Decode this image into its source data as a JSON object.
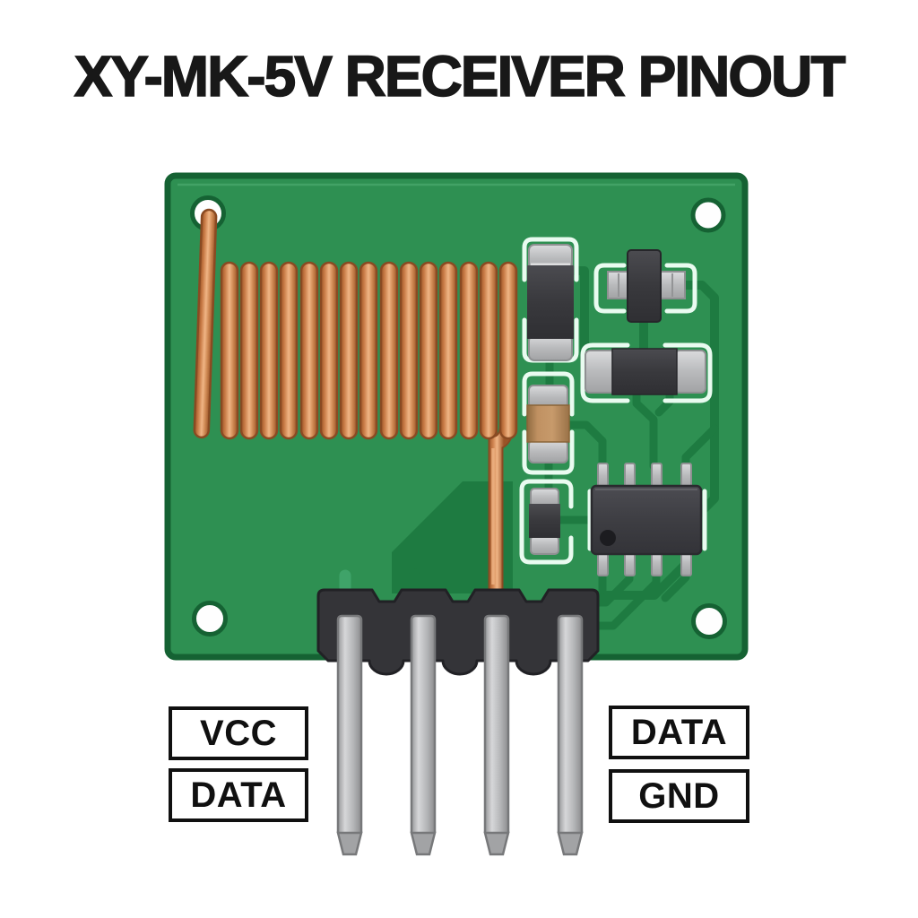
{
  "title": "XY-MK-5V RECEIVER PINOUT",
  "pin_labels": {
    "left": [
      "VCC",
      "DATA"
    ],
    "right": [
      "DATA",
      "GND"
    ]
  },
  "board": {
    "pin_count": 4,
    "coil_turns": 15,
    "components": [
      "coil-antenna",
      "smd-resistor",
      "smd-transistor",
      "smd-diode",
      "smd-capacitor",
      "smd-component-small",
      "ic-chip-8pin",
      "pin-header",
      "mounting-holes"
    ]
  },
  "colors": {
    "background": "#ffffff",
    "title_ink": "#181818",
    "label_ink": "#101010",
    "board_green": "#2e9052",
    "board_border": "#156233",
    "trace_green": "#1e7b41",
    "silkscreen": "#e9fbf0",
    "copper": "#cf8450",
    "copper_dark": "#8a4a22",
    "component_dark": "#39393d",
    "pad_gray": "#bcbdbf",
    "capacitor_tan": "#b98e5e",
    "header_black": "#343438",
    "pin_gray": "#c6c7c9"
  }
}
